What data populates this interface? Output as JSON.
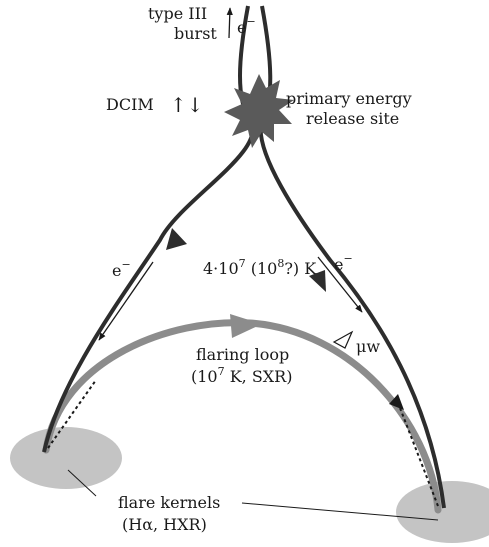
{
  "labels": {
    "type3_line1": "type III",
    "type3_line2": "burst",
    "electron": "e",
    "minus": "−",
    "dcim": "DCIM",
    "dcim_arrows": "↑↓",
    "primary_line1": "primary energy",
    "primary_line2": "release site",
    "temp_a": "4·10",
    "temp_exp1": "7",
    "temp_b": " (10",
    "temp_exp2": "8",
    "temp_c": "?) K",
    "mu_w": "μw",
    "flaring_line1": "flaring loop",
    "flaring_a": "(10",
    "flaring_exp": "7",
    "flaring_b": " K, SXR)",
    "kernels_line1": "flare kernels",
    "kernels_line2": "(Hα, HXR)"
  },
  "colors": {
    "dark_line": "#2d2d2d",
    "gray_loop": "#8c8c8c",
    "kernel_fill": "#c4c4c4",
    "star_fill": "#5a5a5a",
    "text": "#1a1a1a"
  }
}
